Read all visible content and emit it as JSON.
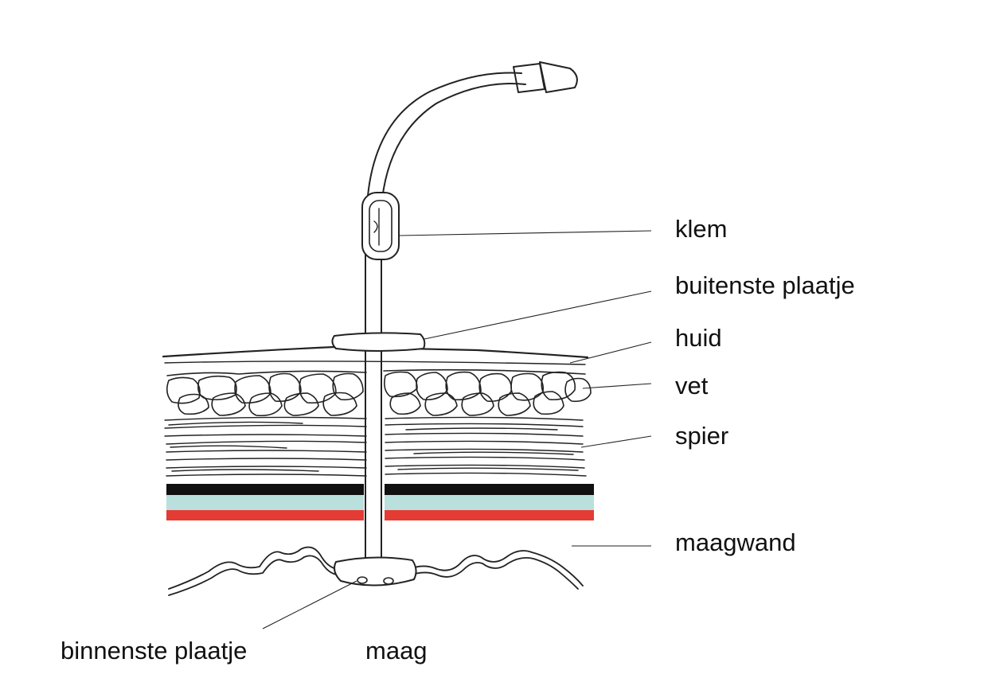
{
  "labels": {
    "klem": "klem",
    "buitenste_plaatje": "buitenste plaatje",
    "huid": "huid",
    "vet": "vet",
    "spier": "spier",
    "maagwand": "maagwand",
    "binnenste_plaatje": "binnenste plaatje",
    "maag": "maag"
  },
  "colors": {
    "line": "#222222",
    "wall_black": "#111111",
    "wall_aqua": "#b9e0dc",
    "wall_red": "#e43b34"
  }
}
